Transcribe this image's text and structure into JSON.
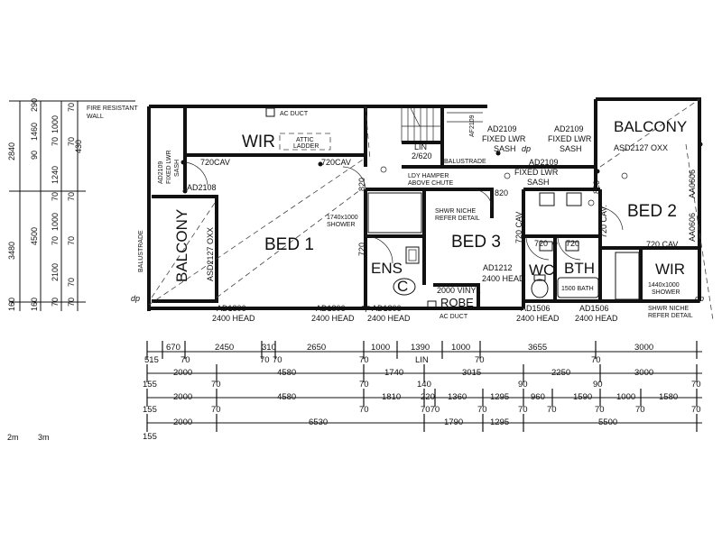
{
  "rooms": {
    "wir_top": "WIR",
    "bed1": "BED 1",
    "bed3": "BED 3",
    "bed2": "BED 2",
    "ens": "ENS",
    "wc": "WC",
    "bth": "BTH",
    "wir_right": "WIR",
    "balcony_left": "BALCONY",
    "balcony_right": "BALCONY",
    "lin": "LIN",
    "lin_size": "2/620",
    "robe": "ROBE",
    "robe_size": "2000 VINYL",
    "ens_c": "C"
  },
  "labels": {
    "fire_wall_1": "FIRE RESISTANT",
    "fire_wall_2": "WALL",
    "ac_duct_top": "AC DUCT",
    "ac_duct_bottom": "AC DUCT",
    "attic_1": "ATTIC",
    "attic_2": "LADDER",
    "cav_wir_1": "720CAV",
    "cav_wir_2": "720CAV",
    "ad2109_left_1": "AD2109",
    "ad2109_left_2": "FIXED LWR",
    "ad2109_left_3": "SASH",
    "ad2108": "AD2108",
    "af2109": "AF2109",
    "ad2109_a_1": "AD2109",
    "ad2109_a_2": "FIXED LWR",
    "ad2109_a_3": "SASH",
    "ad2109_b_1": "AD2109",
    "ad2109_b_2": "FIXED LWR",
    "ad2109_b_3": "SASH",
    "ad2109_c_1": "AD2109",
    "ad2109_c_2": "FIXED LWR",
    "ad2109_c_3": "SASH",
    "asd_right": "ASD2127 OXX",
    "asd_left": "ASD2127 OXX",
    "balustrade_top": "BALUSTRADE",
    "balustrade_left": "BALUSTRADE",
    "ldy_hamper_1": "LDY HAMPER",
    "ldy_hamper_2": "ABOVE CHUTE",
    "shower_left_1": "1740x1000",
    "shower_left_2": "SHOWER",
    "shwr_niche_1": "SHWR NICHE",
    "shwr_niche_2": "REFER DETAIL",
    "shwr_niche_right": "SHWR NICHE",
    "refer_detail_right": "REFER DETAIL",
    "shower_right_1": "1440x1000",
    "shower_right_2": "SHOWER",
    "bath": "1500 BATH",
    "d820_1": "820",
    "d820_2": "820",
    "d820_3": "820",
    "d720_ens": "720",
    "d720cav_1": "720 CAV",
    "d720cav_2": "720 CAV.",
    "d720cav_3": "720 CAV",
    "d720_wc": "720",
    "d720_bth": "720",
    "aa0606_1": "AA0606",
    "aa0606_2": "AA0606",
    "ad1212_1": "AD1212",
    "ad1212_2": "2400 HEAD",
    "ad1806_1a": "AD1806",
    "ad1806_1b": "2400 HEAD",
    "ad1806_2a": "AD1806",
    "ad1806_2b": "2400 HEAD",
    "ad1806_3a": "AD1806",
    "ad1806_3b": "2400 HEAD",
    "ad1506_1a": "AD1506",
    "ad1506_1b": "2400 HEAD",
    "ad1506_2a": "AD1506",
    "ad1506_2b": "2400 HEAD",
    "dp": "dp",
    "scale_2m": "2m",
    "scale_3m": "3m"
  },
  "vertical_dims": {
    "col1": [
      "2840",
      "3480",
      "160"
    ],
    "col2": [
      "290",
      "1460",
      "90",
      "4500",
      "160"
    ],
    "col3": [
      "1000",
      "70",
      "1240",
      "70",
      "1000",
      "70",
      "2100",
      "70"
    ],
    "col4": [
      "70",
      "70",
      "430",
      "70",
      "70",
      "70",
      "70"
    ]
  },
  "dim_rows": {
    "row1_top": [
      "670",
      "2450",
      "310",
      "2650",
      "1000",
      "1390",
      "1000",
      "3655",
      "3000"
    ],
    "row1_bottom": [
      "515",
      "70",
      "70",
      "70",
      "70",
      "LIN",
      "70",
      "70"
    ],
    "row2": [
      "2000",
      "4580",
      "1740",
      "3015",
      "2250",
      "3000"
    ],
    "row2_sub": [
      "155",
      "70",
      "70",
      "140",
      "90",
      "90",
      "70"
    ],
    "row3": [
      "2000",
      "4580",
      "1810",
      "220",
      "1360",
      "1295",
      "960",
      "1590",
      "1000",
      "1580"
    ],
    "row3_sub": [
      "155",
      "70",
      "70",
      "7070",
      "70",
      "70",
      "70",
      "70",
      "70",
      "70"
    ],
    "row4": [
      "2000",
      "6530",
      "1790",
      "1295",
      "5500"
    ],
    "row4_sub": [
      "155"
    ]
  }
}
